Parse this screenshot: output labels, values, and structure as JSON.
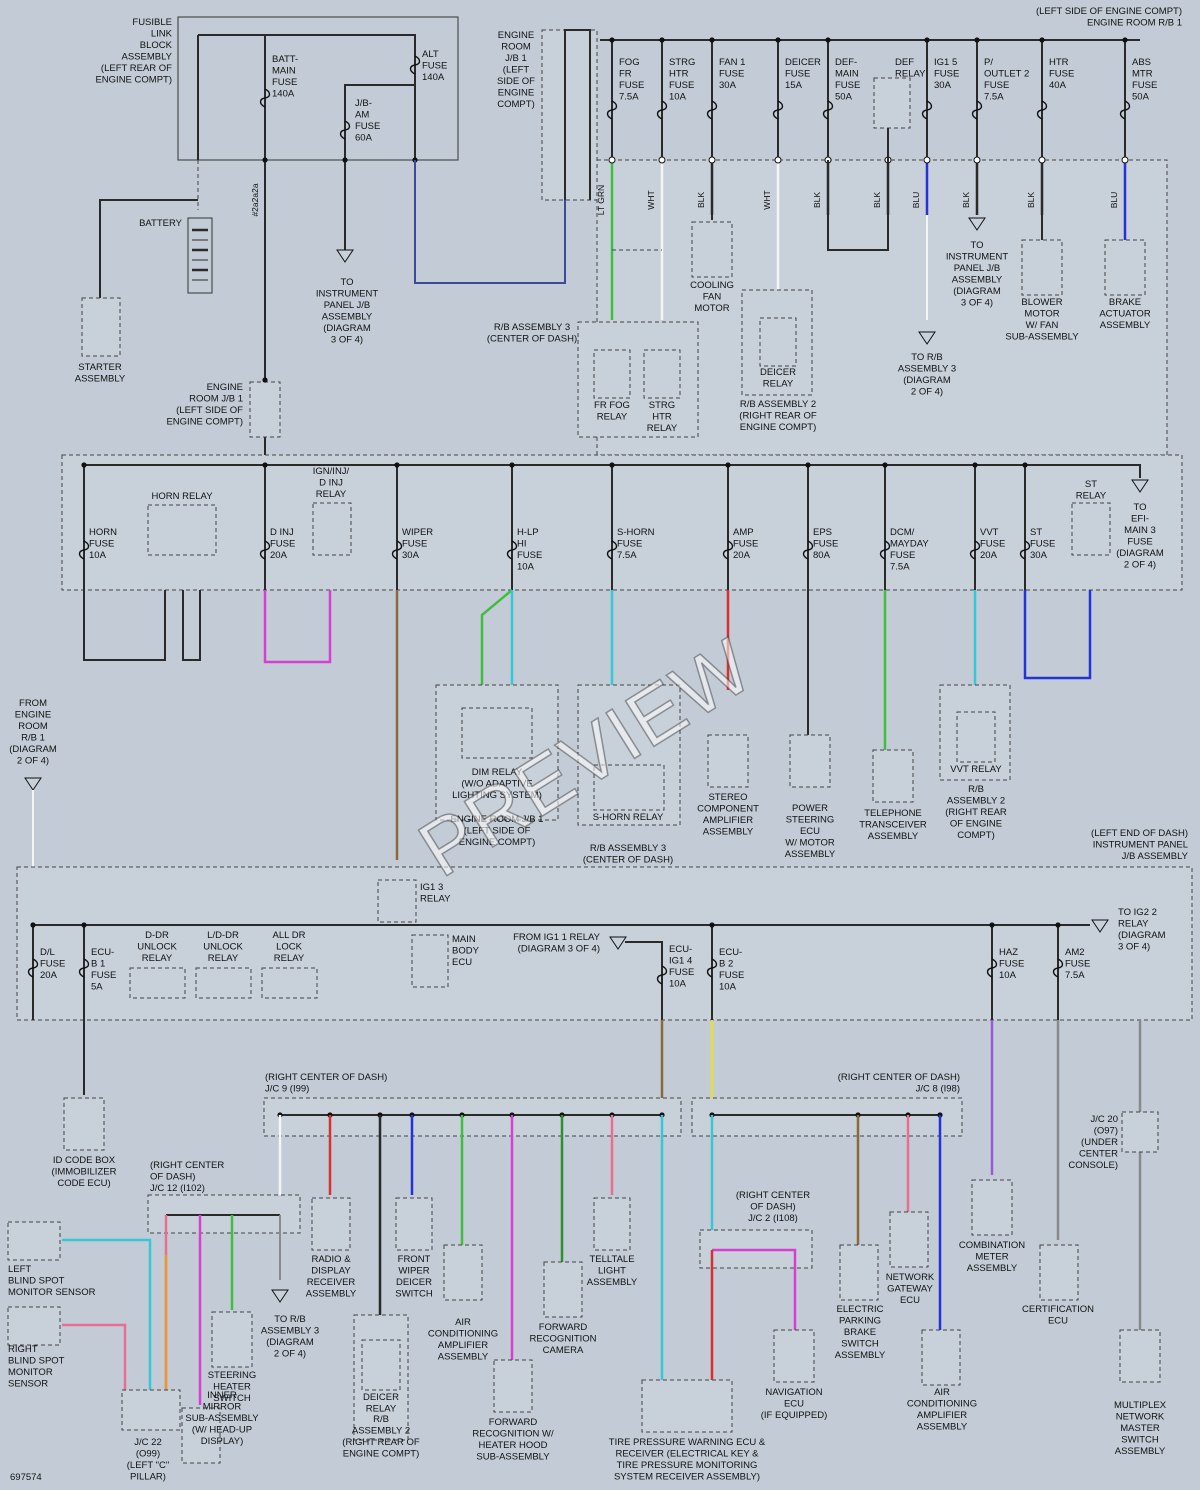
{
  "diagram_number": "697574",
  "watermark": "PREVIEW",
  "header": {
    "engine_room_rb1": "(LEFT SIDE OF ENGINE COMPT)\nENGINE ROOM R/B 1",
    "instrument_panel_jb": "(LEFT END OF DASH)\nINSTRUMENT PANEL\nJ/B ASSEMBLY"
  },
  "fusible_link": {
    "label": "FUSIBLE\nLINK\nBLOCK\nASSEMBLY\n(LEFT REAR OF\nENGINE COMPT)",
    "batt_main": "BATT-\nMAIN\nFUSE\n140A",
    "alt": "ALT\nFUSE\n140A",
    "jb_am": "J/B-\nAM\nFUSE\n60A"
  },
  "engine_room_jb1_top": "ENGINE\nROOM\nJ/B 1\n(LEFT\nSIDE OF\nENGINE\nCOMPT)",
  "engine_room_jb1_mid": "ENGINE\nROOM J/B 1\n(LEFT SIDE OF\nENGINE COMPT)",
  "battery": "BATTERY",
  "starter": "STARTER\nASSEMBLY",
  "to_instrument_panel_l": "TO\nINSTRUMENT\nPANEL J/B\nASSEMBLY\n(DIAGRAM\n3 OF 4)",
  "top_fuses": [
    {
      "label": "FOG\nFR\nFUSE\n7.5A",
      "wire": "LT GRN"
    },
    {
      "label": "STRG\nHTR\nFUSE\n10A",
      "wire": "WHT"
    },
    {
      "label": "FAN 1\nFUSE\n30A",
      "wire": "BLK"
    },
    {
      "label": "DEICER\nFUSE\n15A",
      "wire": "WHT"
    },
    {
      "label": "DEF-\nMAIN\nFUSE\n50A",
      "wire": "BLK"
    },
    {
      "label": "DEF\nRELAY",
      "wire": "BLK"
    },
    {
      "label": "IG1 5\nFUSE\n30A",
      "wire": "BLU"
    },
    {
      "label": "P/\nOUTLET 2\nFUSE\n7.5A",
      "wire": "BLK"
    },
    {
      "label": "HTR\nFUSE\n40A",
      "wire": "BLK"
    },
    {
      "label": "ABS\nMTR\nFUSE\n50A",
      "wire": "BLU"
    }
  ],
  "top_components": {
    "cooling_fan": "COOLING\nFAN\nMOTOR",
    "deicer_relay": "DEICER\nRELAY",
    "rb2": "R/B ASSEMBLY 2\n(RIGHT REAR OF\nENGINE COMPT)",
    "rb3": "R/B ASSEMBLY 3\n(CENTER OF DASH)",
    "fr_fog_relay": "FR FOG\nRELAY",
    "strg_htr_relay": "STRG\nHTR\nRELAY",
    "to_rb3_a": "TO R/B\nASSEMBLY 3\n(DIAGRAM\n2 OF 4)",
    "to_ip_c": "TO\nINSTRUMENT\nPANEL J/B\nASSEMBLY\n(DIAGRAM\n3 OF 4)",
    "blower": "BLOWER\nMOTOR\nW/ FAN\nSUB-ASSEMBLY",
    "brake_act": "BRAKE\nACTUATOR\nASSEMBLY"
  },
  "mid_fuses": {
    "horn_relay": "HORN RELAY",
    "ign_relay": "IGN/INJ/\nD INJ\nRELAY",
    "horn": "HORN\nFUSE\n10A",
    "dinj": "D INJ\nFUSE\n20A",
    "wiper": "WIPER\nFUSE\n30A",
    "hlp": "H-LP\nHI\nFUSE\n10A",
    "shorn": "S-HORN\nFUSE\n7.5A",
    "amp": "AMP\nFUSE\n20A",
    "eps": "EPS\nFUSE\n80A",
    "dcm": "DCM/\nMAYDAY\nFUSE\n7.5A",
    "vvt": "VVT\nFUSE\n20A",
    "st": "ST\nFUSE\n30A",
    "st_relay": "ST\nRELAY",
    "to_efi": "TO\nEFI-\nMAIN 3\nFUSE\n(DIAGRAM\n2 OF 4)"
  },
  "mid_components": {
    "dim_relay": "DIM RELAY\n(W/O ADAPTIVE\nLIGHTING SYSTEM)",
    "er_jb1": "ENGINE ROOM J/B 1\n(LEFT SIDE OF\nENGINE COMPT)",
    "shorn_relay": "S-HORN RELAY",
    "rb3": "R/B ASSEMBLY 3\n(CENTER OF DASH)",
    "stereo": "STEREO\nCOMPONENT\nAMPLIFIER\nASSEMBLY",
    "eps_ecu": "POWER\nSTEERING\nECU\nW/ MOTOR\nASSEMBLY",
    "telephone": "TELEPHONE\nTRANSCEIVER\nASSEMBLY",
    "vvt_relay": "VVT RELAY",
    "rb2": "R/B\nASSEMBLY 2\n(RIGHT REAR\nOF ENGINE\nCOMPT)",
    "from_rb1": "FROM\nENGINE\nROOM\nR/B 1\n(DIAGRAM\n2 OF 4)"
  },
  "ip_jb": {
    "ig13_relay": "IG1 3\nRELAY",
    "dl_fuse": "D/L\nFUSE\n20A",
    "ecub1": "ECU-\nB 1\nFUSE\n5A",
    "ddr": "D-DR\nUNLOCK\nRELAY",
    "lddr": "L/D-DR\nUNLOCK\nRELAY",
    "alldr": "ALL DR\nLOCK\nRELAY",
    "main_body": "MAIN\nBODY\nECU",
    "from_ig11": "FROM IG1 1 RELAY\n(DIAGRAM 3 OF 4)",
    "ecuig14": "ECU-\nIG1 4\nFUSE\n10A",
    "ecub2": "ECU-\nB 2\nFUSE\n10A",
    "haz": "HAZ\nFUSE\n10A",
    "am2": "AM2\nFUSE\n7.5A",
    "to_ig22": "TO IG2 2\nRELAY\n(DIAGRAM\n3 OF 4)"
  },
  "bottom": {
    "id_code_box": "ID CODE BOX\n(IMMOBILIZER\nCODE ECU)",
    "jc9": "(RIGHT CENTER OF DASH)\nJ/C 9 (I99)",
    "jc8": "(RIGHT CENTER OF DASH)\nJ/C 8 (I98)",
    "jc12": "(RIGHT CENTER\nOF DASH)\nJ/C 12 (I102)",
    "jc2": "(RIGHT CENTER\nOF DASH)\nJ/C 2 (I108)",
    "jc20": "J/C 20\n(O97)\n(UNDER\nCENTER\nCONSOLE)",
    "jc22": "J/C 22\n(O99)\n(LEFT \"C\"\nPILLAR)",
    "left_bsm": "LEFT\nBLIND SPOT\nMONITOR SENSOR",
    "right_bsm": "RIGHT\nBLIND SPOT\nMONITOR\nSENSOR",
    "mirror": "INNER\nMIRROR\nSUB-ASSEMBLY\n(W/ HEAD-UP\nDISPLAY)",
    "steering_heater": "STEERING\nHEATER\nSWITCH",
    "to_rb3_b": "TO R/B\nASSEMBLY 3\n(DIAGRAM\n2 OF 4)",
    "radio": "RADIO &\nDISPLAY\nRECEIVER\nASSEMBLY",
    "deicer_relay": "DEICER\nRELAY",
    "rb2": "R/B\nASSEMBLY 2\n(RIGHT REAR OF\nENGINE COMPT)",
    "front_wiper": "FRONT\nWIPER\nDEICER\nSWITCH",
    "ac_amp": "AIR\nCONDITIONING\nAMPLIFIER\nASSEMBLY",
    "fwd_heater": "FORWARD\nRECOGNITION W/\nHEATER HOOD\nSUB-ASSEMBLY",
    "fwd_camera": "FORWARD\nRECOGNITION\nCAMERA",
    "telltale": "TELLTALE\nLIGHT\nASSEMBLY",
    "tpms": "TIRE PRESSURE WARNING ECU &\nRECEIVER (ELECTRICAL KEY &\nTIRE PRESSURE MONITORING\nSYSTEM RECEIVER ASSEMBLY)",
    "nav": "NAVIGATION\nECU\n(IF EQUIPPED)",
    "epb": "ELECTRIC\nPARKING\nBRAKE\nSWITCH\nASSEMBLY",
    "gateway": "NETWORK\nGATEWAY\nECU",
    "ac_amp2": "AIR\nCONDITIONING\nAMPLIFIER\nASSEMBLY",
    "combo_meter": "COMBINATION\nMETER\nASSEMBLY",
    "cert_ecu": "CERTIFICATION\nECU",
    "multiplex": "MULTIPLEX\nNETWORK\nMASTER\nSWITCH\nASSEMBLY"
  },
  "colors": {
    "lt_grn": "#3fbf3f",
    "blu": "#2433d6",
    "lt_blu": "#37c8d6",
    "vio": "#d63fd0",
    "red": "#d63030",
    "brn": "#8a6a3a",
    "yel": "#e6df3a",
    "pnk": "#e86f8f",
    "org": "#e89a30",
    "blk": "#2a2a2a",
    "wht": "#f4f4f4",
    "gry": "#8a8a8a",
    "ppl_blu": "#9a5ad6"
  }
}
